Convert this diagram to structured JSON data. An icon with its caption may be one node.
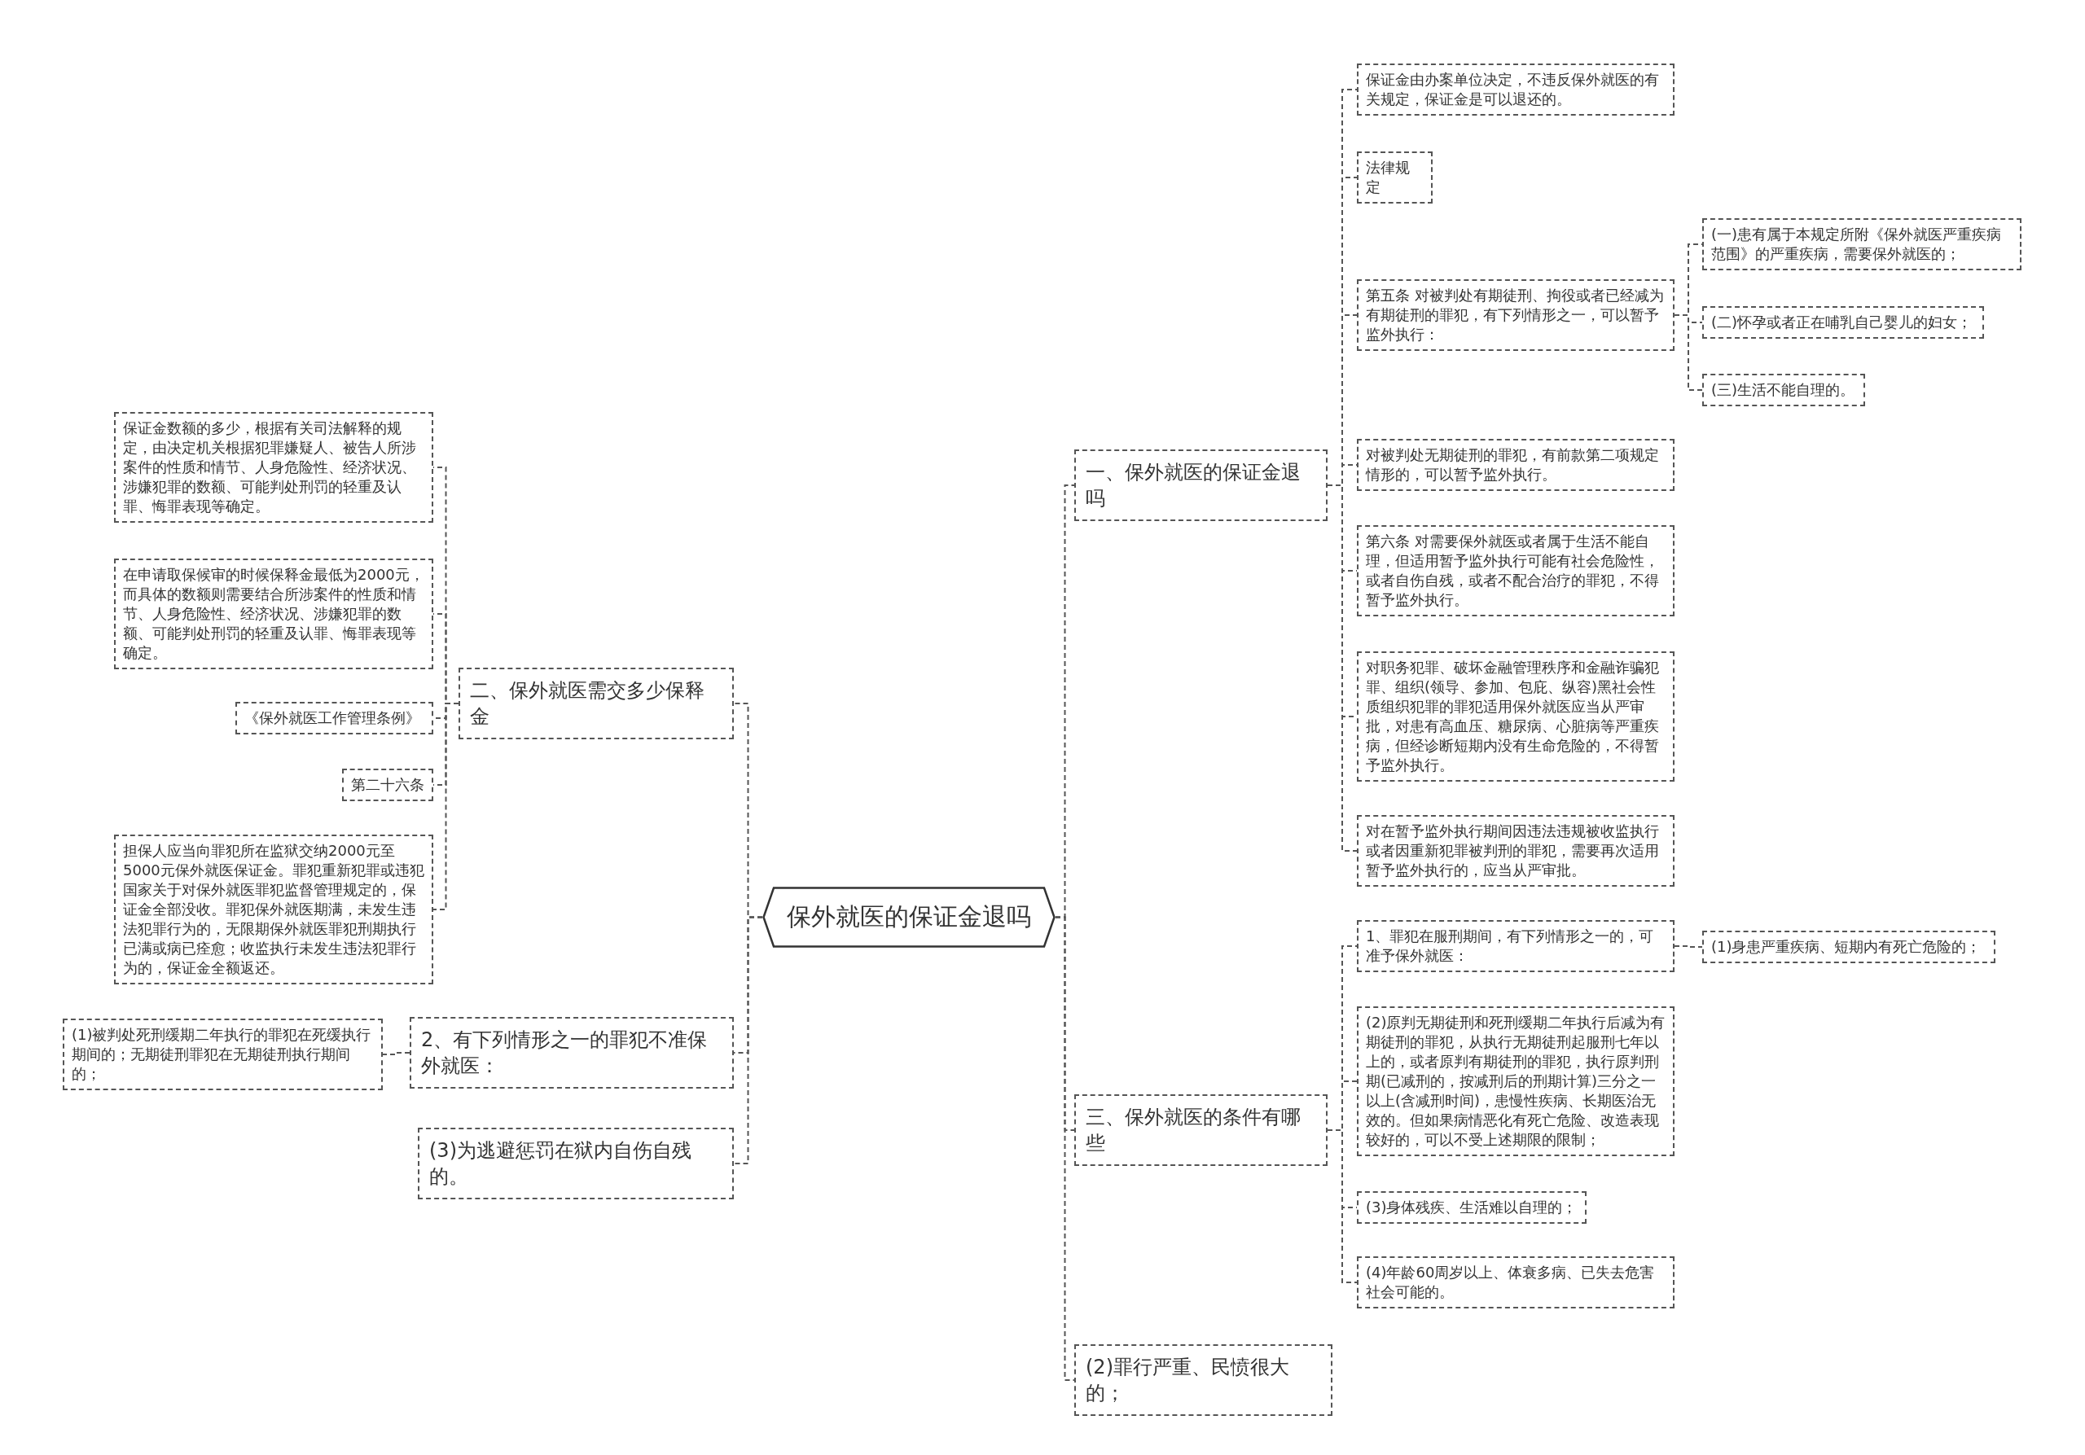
{
  "diagram": {
    "nodes": [
      {
        "text": [
          "保外就医的保证金退吗"
        ]
      },
      {
        "text": [
          "一、保外就医的保证金退吗"
        ]
      },
      {
        "text": [
          "保证金由办案单位决定，不违反保外就医的有关规定，保证金是可以退还的。"
        ]
      },
      {
        "text": [
          "法律规定"
        ]
      },
      {
        "text": [
          "第五条 对被判处有期徒刑、拘役或者已经减为有期徒刑的罪犯，有下列情形之一，可以暂予监外执行："
        ]
      },
      {
        "text": [
          "(一)患有属于本规定所附《保外就医严重疾病范围》的严重疾病，需要保外就医的；"
        ]
      },
      {
        "text": [
          "(二)怀孕或者正在哺乳自己婴儿的妇女；"
        ]
      },
      {
        "text": [
          "(三)生活不能自理的。"
        ]
      },
      {
        "text": [
          "对被判处无期徒刑的罪犯，有前款第二项规定情形的，可以暂予监外执行。"
        ]
      },
      {
        "text": [
          "第六条 对需要保外就医或者属于生活不能自理，但适用暂予监外执行可能有社会危险性，或者自伤自残，或者不配合治疗的罪犯，不得暂予监外执行。"
        ]
      },
      {
        "text": [
          "对职务犯罪、破坏金融管理秩序和金融诈骗犯罪、组织(领导、参加、包庇、纵容)黑社会性质组织犯罪的罪犯适用保外就医应当从严审批，对患有高血压、糖尿病、心脏病等严重疾病，但经诊断短期内没有生命危险的，不得暂予监外执行。"
        ]
      },
      {
        "text": [
          "对在暂予监外执行期间因违法违规被收监执行或者因重新犯罪被判刑的罪犯，需要再次适用暂予监外执行的，应当从严审批。"
        ]
      },
      {
        "text": [
          "三、保外就医的条件有哪些"
        ]
      },
      {
        "text": [
          "1、罪犯在服刑期间，有下列情形之一的，可准予保外就医："
        ]
      },
      {
        "text": [
          "(1)身患严重疾病、短期内有死亡危险的；"
        ]
      },
      {
        "text": [
          "(2)原判无期徒刑和死刑缓期二年执行后减为有期徒刑的罪犯，从执行无期徒刑起服刑七年以上的，或者原判有期徒刑的罪犯，执行原判刑期(已减刑的，按减刑后的刑期计算)三分之一以上(含减刑时间)，患慢性疾病、长期医治无效的。但如果病情恶化有死亡危险、改造表现较好的，可以不受上述期限的限制；"
        ]
      },
      {
        "text": [
          "(3)身体残疾、生活难以自理的；"
        ]
      },
      {
        "text": [
          "(4)年龄60周岁以上、体衰多病、已失去危害社会可能的。"
        ]
      },
      {
        "text": [
          "(2)罪行严重、民愤很大的；"
        ]
      },
      {
        "text": [
          "二、保外就医需交多少保释金"
        ]
      },
      {
        "text": [
          "保证金数额的多少，根据有关司法解释的规定，由决定机关根据犯罪嫌疑人、被告人所涉案件的性质和情节、人身危险性、经济状况、涉嫌犯罪的数额、可能判处刑罚的轻重及认罪、悔罪表现等确定。"
        ]
      },
      {
        "text": [
          "在申请取保候审的时候保释金最低为2000元，而具体的数额则需要结合所涉案件的性质和情节、人身危险性、经济状况、涉嫌犯罪的数额、可能判处刑罚的轻重及认罪、悔罪表现等确定。"
        ]
      },
      {
        "text": [
          "《保外就医工作管理条例》"
        ]
      },
      {
        "text": [
          "第二十六条"
        ]
      },
      {
        "text": [
          "担保人应当向罪犯所在监狱交纳2000元至5000元保外就医保证金。罪犯重新犯罪或违犯国家关于对保外就医罪犯监督管理规定的，保证金全部没收。罪犯保外就医期满，未发生违法犯罪行为的，无限期保外就医罪犯刑期执行已满或病已痊愈；收监执行未发生违法犯罪行为的，保证金全额返还。"
        ]
      },
      {
        "text": [
          "2、有下列情形之一的罪犯不准保外就医："
        ]
      },
      {
        "text": [
          "(1)被判处死刑缓期二年执行的罪犯在死缓执行期间的；无期徒刑罪犯在无期徒刑执行期间的；"
        ]
      },
      {
        "text": [
          "(3)为逃避惩罚在狱内自伤自残的。"
        ]
      }
    ],
    "edges": [
      {
        "from": 0,
        "to": 1,
        "arrow": "none"
      },
      {
        "from": 1,
        "to": 2,
        "arrow": "none"
      },
      {
        "from": 1,
        "to": 3,
        "arrow": "none"
      },
      {
        "from": 1,
        "to": 4,
        "arrow": "none"
      },
      {
        "from": 4,
        "to": 5,
        "arrow": "none"
      },
      {
        "from": 4,
        "to": 6,
        "arrow": "none"
      },
      {
        "from": 4,
        "to": 7,
        "arrow": "none"
      },
      {
        "from": 1,
        "to": 8,
        "arrow": "none"
      },
      {
        "from": 1,
        "to": 9,
        "arrow": "none"
      },
      {
        "from": 1,
        "to": 10,
        "arrow": "none"
      },
      {
        "from": 1,
        "to": 11,
        "arrow": "none"
      },
      {
        "from": 0,
        "to": 12,
        "arrow": "none"
      },
      {
        "from": 12,
        "to": 13,
        "arrow": "none"
      },
      {
        "from": 13,
        "to": 14,
        "arrow": "none"
      },
      {
        "from": 12,
        "to": 15,
        "arrow": "none"
      },
      {
        "from": 12,
        "to": 16,
        "arrow": "none"
      },
      {
        "from": 12,
        "to": 17,
        "arrow": "none"
      },
      {
        "from": 0,
        "to": 18,
        "arrow": "none"
      },
      {
        "from": 0,
        "to": 19,
        "arrow": "none"
      },
      {
        "from": 19,
        "to": 20,
        "arrow": "none"
      },
      {
        "from": 19,
        "to": 21,
        "arrow": "none"
      },
      {
        "from": 19,
        "to": 22,
        "arrow": "none"
      },
      {
        "from": 19,
        "to": 23,
        "arrow": "none"
      },
      {
        "from": 19,
        "to": 24,
        "arrow": "none"
      },
      {
        "from": 0,
        "to": 25,
        "arrow": "none"
      },
      {
        "from": 25,
        "to": 26,
        "arrow": "none"
      },
      {
        "from": 0,
        "to": 27,
        "arrow": "none"
      }
    ]
  }
}
